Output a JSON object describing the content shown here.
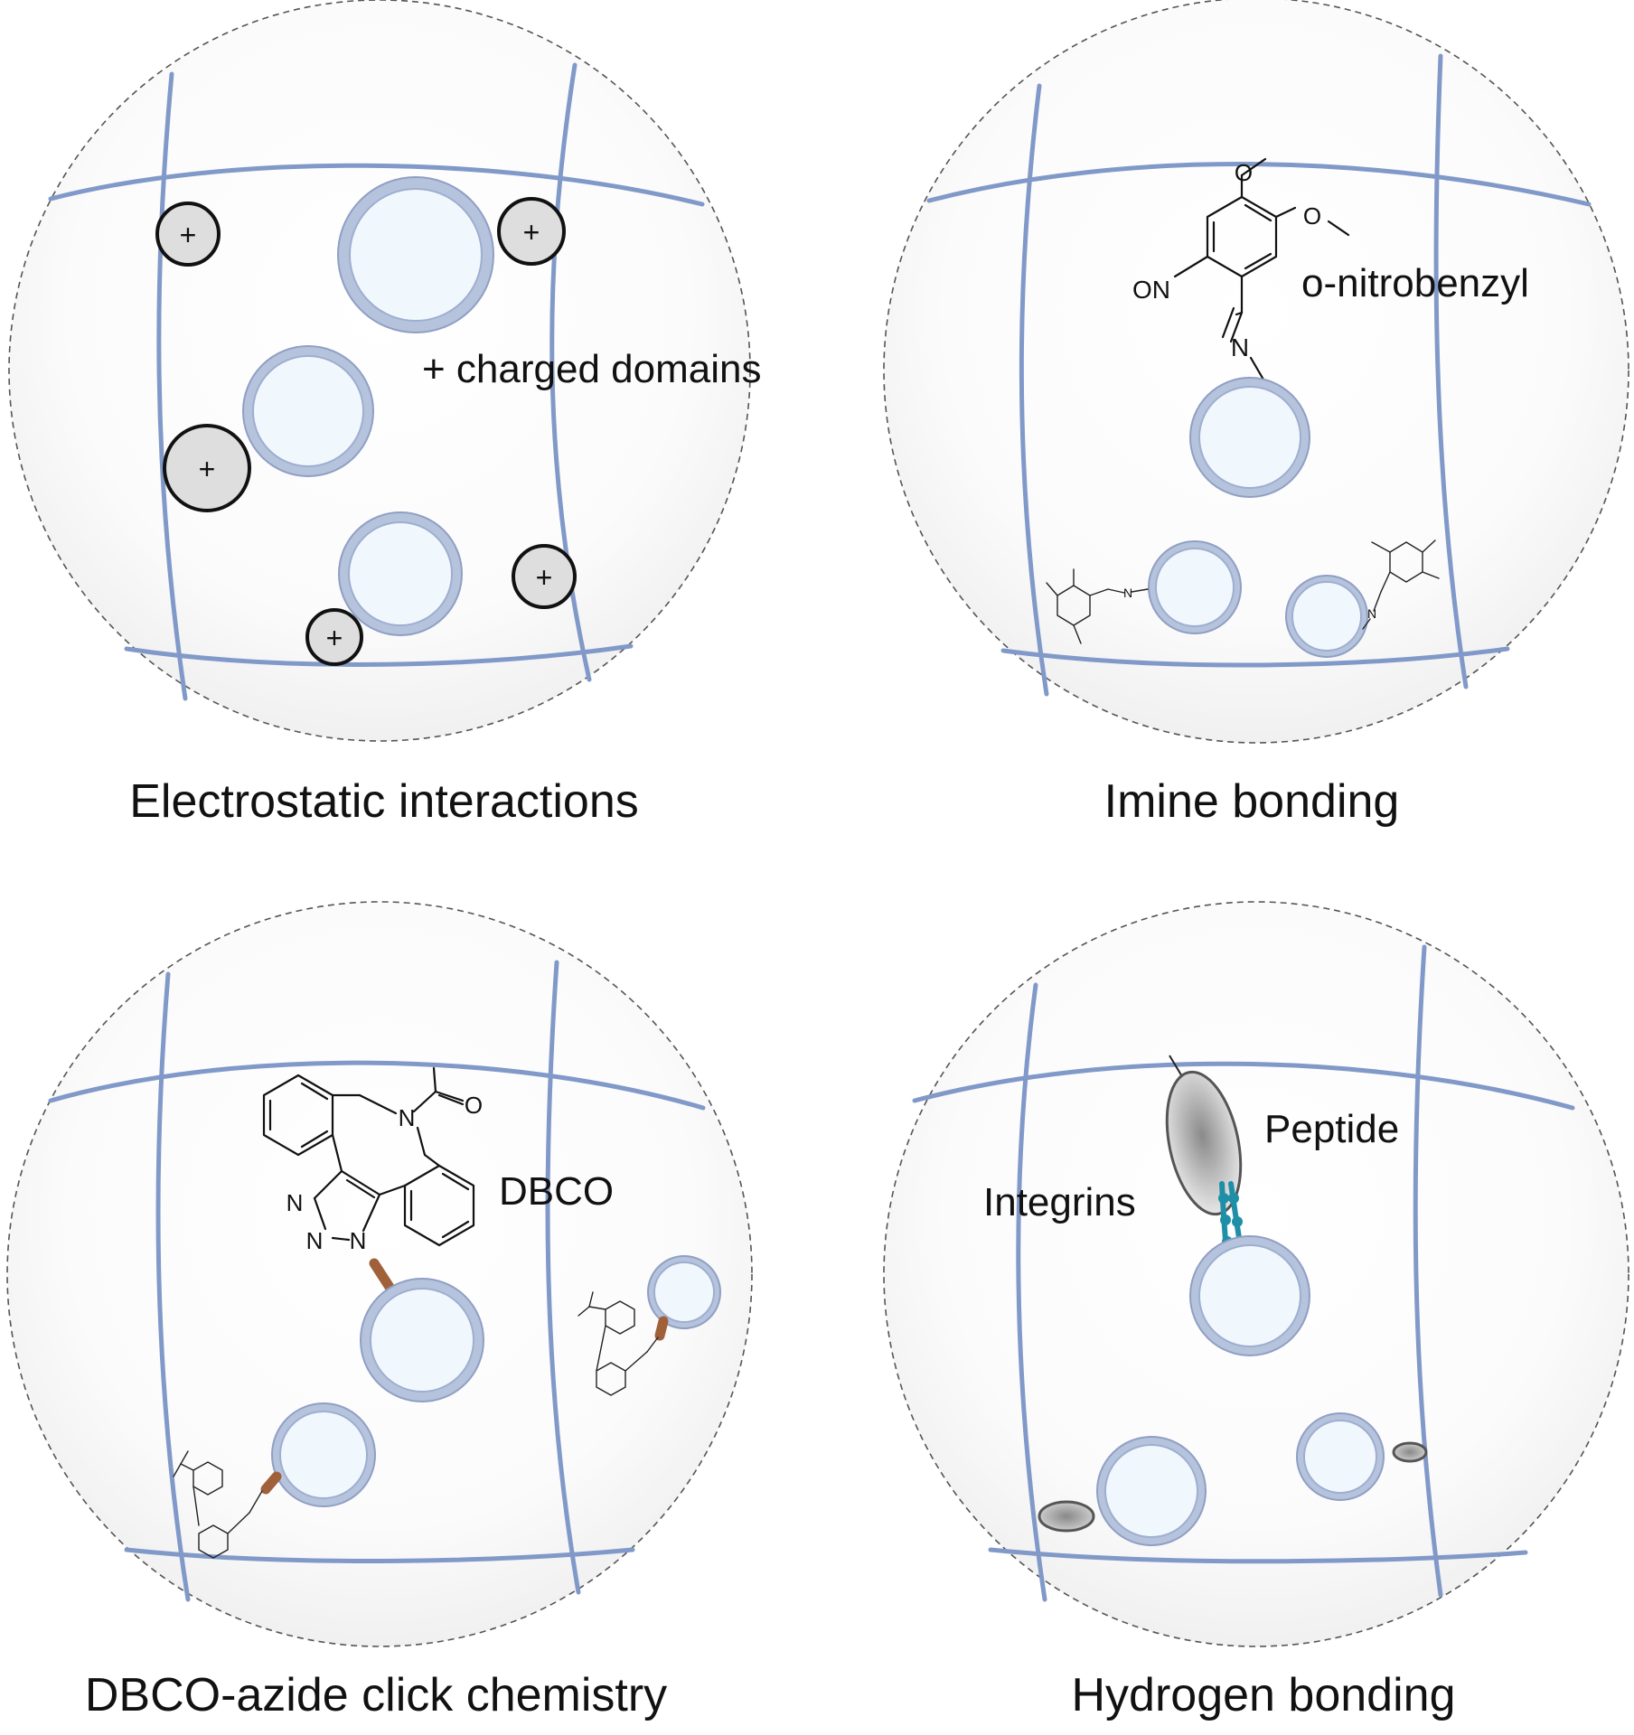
{
  "panels": [
    {
      "caption": "Electrostatic interactions",
      "labels": [
        "+ charged domains"
      ],
      "charge_symbol": "+"
    },
    {
      "caption": "Imine bonding",
      "labels": [
        "o-nitrobenzyl"
      ],
      "atoms": {
        "nitroso": "ON",
        "nitrogen": "N"
      }
    },
    {
      "caption": "DBCO-azide click chemistry",
      "labels": [
        "DBCO"
      ],
      "atoms": {
        "n1": "N",
        "n2": "N",
        "n3": "N",
        "n4": "N",
        "o": "O"
      }
    },
    {
      "caption": "Hydrogen bonding",
      "labels": [
        "Peptide",
        "Integrins"
      ]
    }
  ],
  "colors": {
    "fiber": "#8199c8",
    "bead_fill": "#f1f8fd",
    "bead_rim": "#b6c3dc",
    "charge_fill": "#dedede",
    "linker": "#a0613a",
    "integrin": "#1f8fa8",
    "peptide_body": "#8a8a8a"
  }
}
